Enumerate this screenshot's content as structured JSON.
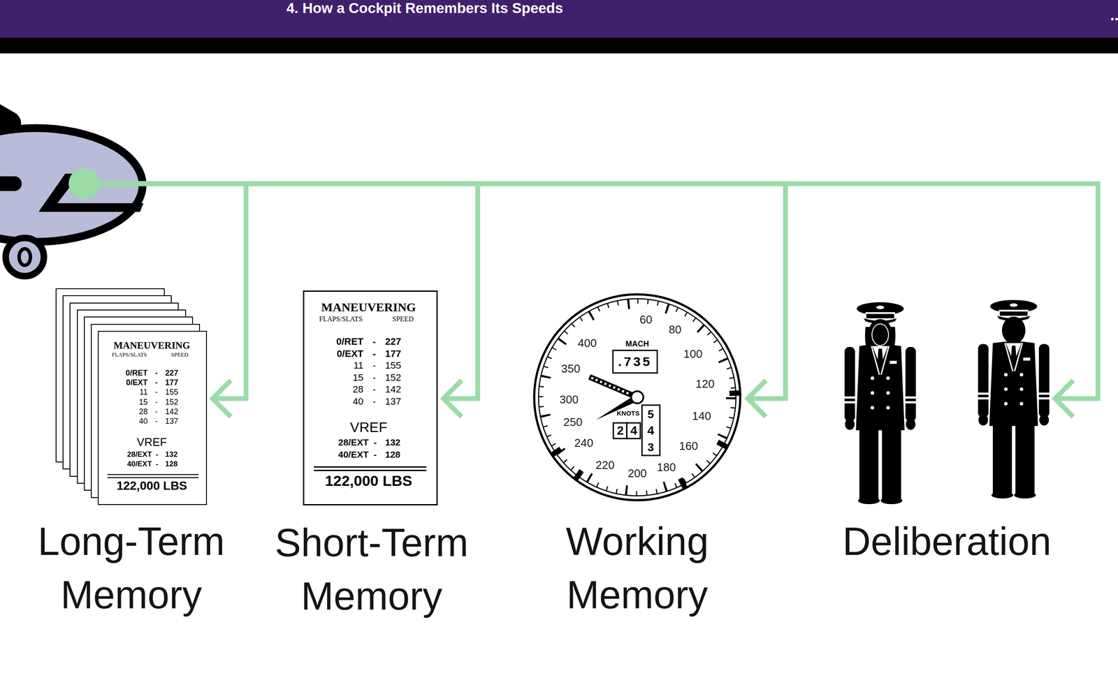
{
  "diagram": {
    "title": "4. How a Cockpit Remembers Its Speeds",
    "nodes": [
      {
        "text": []
      },
      {
        "text": [
          "MANEUVERING",
          "FLAPS/SLATS",
          "SPEED",
          "0/RET",
          "-",
          "227",
          "0/EXT",
          "-",
          "177",
          "11",
          "-",
          "155",
          "15",
          "-",
          "152",
          "28",
          "-",
          "142",
          "40",
          "-",
          "137",
          "VREF",
          "28/EXT",
          "-",
          "132",
          "40/EXT",
          "-",
          "128",
          "122,000 LBS",
          "Long-Term Memory"
        ]
      },
      {
        "text": [
          "MANEUVERING",
          "FLAPS/SLATS",
          "SPEED",
          "0/RET",
          "-",
          "227",
          "0/EXT",
          "-",
          "177",
          "11",
          "-",
          "155",
          "15",
          "-",
          "152",
          "28",
          "-",
          "142",
          "40",
          "-",
          "137",
          "VREF",
          "28/EXT",
          "-",
          "132",
          "40/EXT",
          "-",
          "128",
          "122,000 LBS",
          "Short-Term Memory"
        ]
      },
      {
        "text": [
          "60",
          "80",
          "100",
          "120",
          "140",
          "160",
          "180",
          "200",
          "220",
          "240",
          "250",
          "300",
          "350",
          "400",
          "MACH",
          ".735",
          "KNOTS",
          "2",
          "4",
          "5",
          "4",
          "3",
          "Working Memory"
        ]
      },
      {
        "text": [
          "Deliberation"
        ]
      }
    ],
    "edges": [
      {
        "from": 0,
        "to": 1,
        "arrow": "to"
      },
      {
        "from": 0,
        "to": 2,
        "arrow": "to"
      },
      {
        "from": 0,
        "to": 3,
        "arrow": "to"
      },
      {
        "from": 0,
        "to": 4,
        "arrow": "to"
      }
    ]
  }
}
